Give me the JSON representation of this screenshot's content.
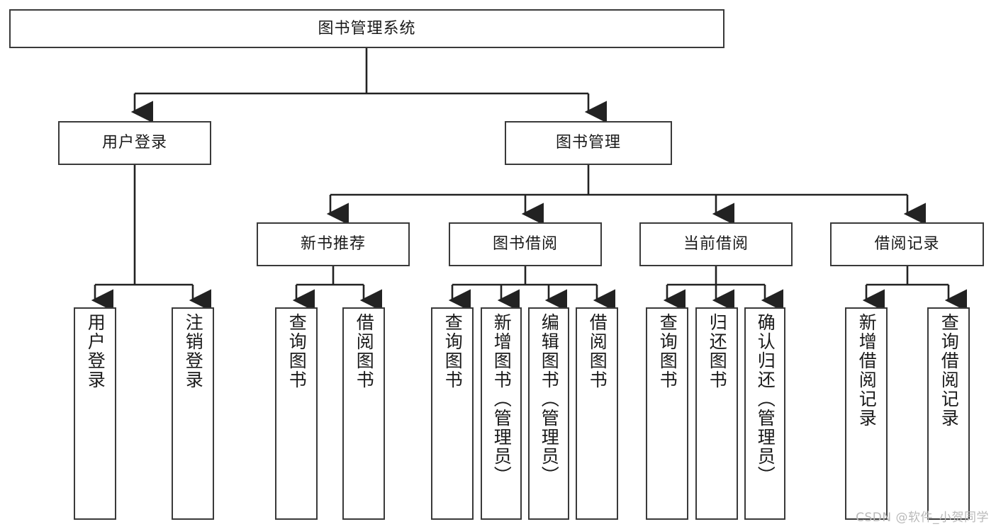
{
  "diagram": {
    "kind": "tree-hierarchy-chart",
    "title": "图书管理系统",
    "watermark": "CSDN @软件_小贺同学",
    "colors": {
      "box_border": "#3a3a3a",
      "box_fill": "#ffffff",
      "connector": "#222222",
      "text": "#1a1a1a",
      "watermark": "#b9b9b9",
      "background": "#ffffff"
    },
    "root": {
      "label": "图书管理系统"
    },
    "level2": [
      {
        "label": "用户登录"
      },
      {
        "label": "图书管理"
      }
    ],
    "level3": [
      {
        "label": "新书推荐"
      },
      {
        "label": "图书借阅"
      },
      {
        "label": "当前借阅"
      },
      {
        "label": "借阅记录"
      }
    ],
    "leaves": {
      "user_login": [
        {
          "label": "用户登录"
        },
        {
          "label": "注销登录"
        }
      ],
      "new_book": [
        {
          "label": "查询图书"
        },
        {
          "label": "借阅图书"
        }
      ],
      "book_borrow": [
        {
          "label": "查询图书"
        },
        {
          "label": "新增图书（管理员）"
        },
        {
          "label": "编辑图书（管理员）"
        },
        {
          "label": "借阅图书"
        }
      ],
      "current_borrow": [
        {
          "label": "查询图书"
        },
        {
          "label": "归还图书"
        },
        {
          "label": "确认归还（管理员）"
        }
      ],
      "borrow_record": [
        {
          "label": "新增借阅记录"
        },
        {
          "label": "查询借阅记录"
        }
      ]
    }
  }
}
